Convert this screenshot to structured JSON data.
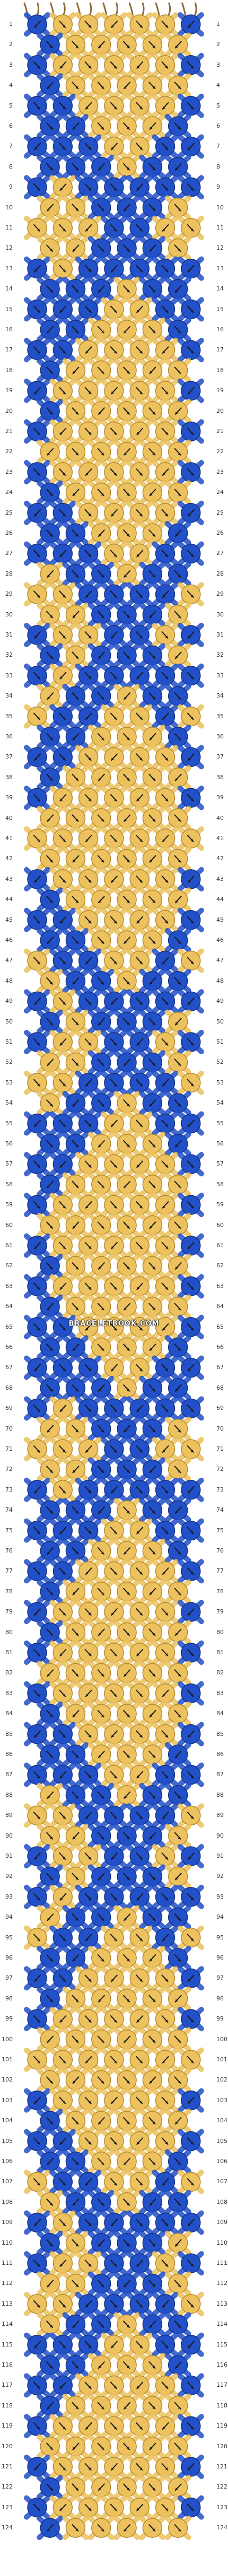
{
  "colors": {
    "background": "#ffffff",
    "yellow": "#ECC15E",
    "yellow_stroke": "#B28A2C",
    "blue": "#2150C8",
    "blue_stroke": "#15327F",
    "thread_tail": "#8a6b3a",
    "arrow": "#1a1a1a"
  },
  "pattern": {
    "rows": 124,
    "columns": 7,
    "strings": 14
  },
  "watermark": {
    "text": "BRACELETBOOK.COM"
  }
}
